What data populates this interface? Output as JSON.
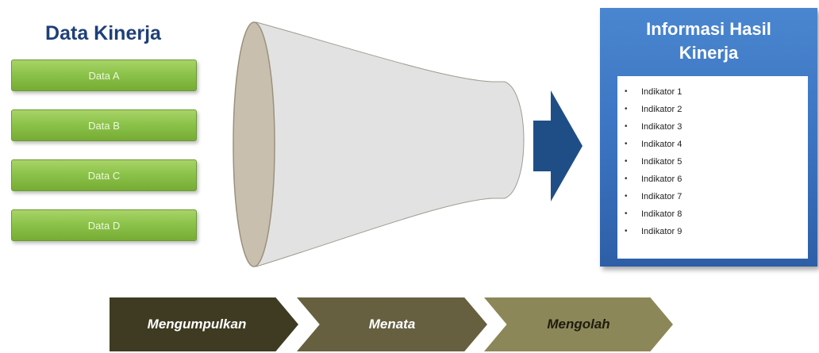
{
  "left": {
    "title": "Data Kinerja",
    "items": [
      "Data A",
      "Data B",
      "Data C",
      "Data D"
    ]
  },
  "panel": {
    "title_line1": "Informasi Hasil",
    "title_line2": "Kinerja",
    "indicators": [
      "Indikator 1",
      "Indikator 2",
      "Indikator 3",
      "Indikator 4",
      "Indikator 5",
      "Indikator 6",
      "Indikator 7",
      "Indikator 8",
      "Indikator 9"
    ]
  },
  "steps": [
    "Mengumpulkan",
    "Menata",
    "Mengolah"
  ],
  "colors": {
    "title_blue": "#1f3f78",
    "data_green": "#8cc34a",
    "funnel_rim": "#c8bfae",
    "funnel_body": "#e2e2e2",
    "arrow_blue": "#1f4e86",
    "panel_blue": "#3a72bf",
    "step1": "#3e3b22",
    "step2": "#676040",
    "step3": "#8c8758"
  }
}
